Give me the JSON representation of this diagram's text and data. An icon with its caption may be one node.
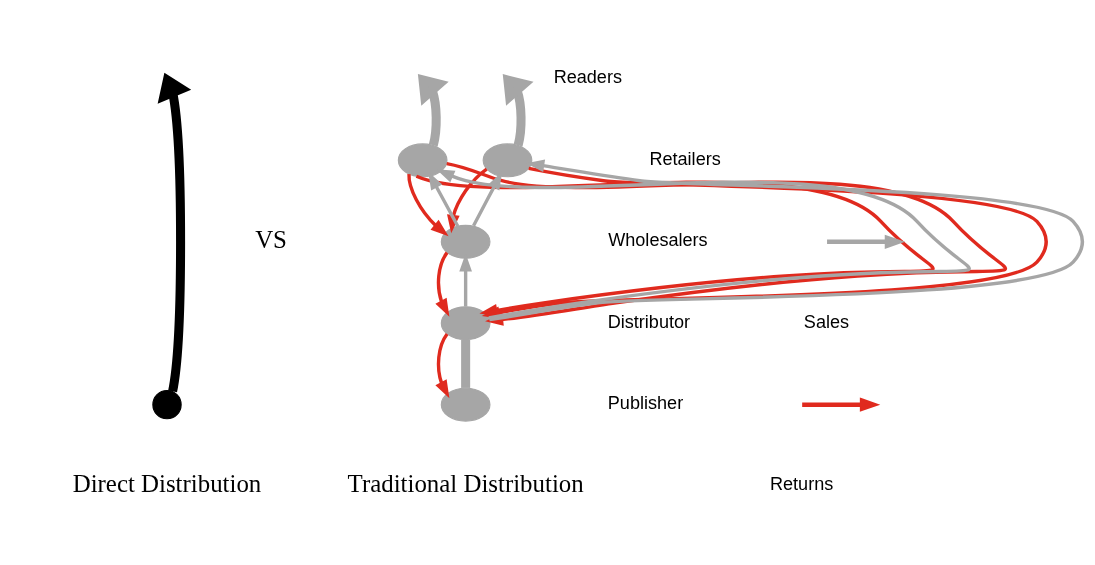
{
  "diagram": {
    "nodes": [
      {
        "text": [],
        "shape": "circle"
      },
      {
        "text": [],
        "shape": "ellipse"
      },
      {
        "text": [],
        "shape": "ellipse"
      },
      {
        "text": [],
        "shape": "ellipse"
      },
      {
        "text": [],
        "shape": "ellipse"
      },
      {
        "text": [],
        "shape": "ellipse"
      }
    ],
    "edges": [
      {
        "from": 0,
        "to": null,
        "arrow": "to",
        "style": "thick",
        "color": "#000000"
      },
      {
        "from": 1,
        "to": null,
        "arrow": "to",
        "style": "thick"
      },
      {
        "from": 2,
        "to": null,
        "arrow": "to",
        "style": "thick"
      },
      {
        "from": 5,
        "to": 4,
        "arrow": "none",
        "style": "thick"
      },
      {
        "from": 3,
        "to": 1,
        "arrow": "to"
      },
      {
        "from": 4,
        "to": 1,
        "arrow": "to"
      },
      {
        "from": 4,
        "to": 3,
        "arrow": "to"
      },
      {
        "from": 3,
        "to": 2,
        "arrow": "to"
      },
      {
        "from": 4,
        "to": 2,
        "arrow": "to"
      },
      {
        "from": 1,
        "to": 3,
        "arrow": "to",
        "color": "#e02a1e"
      },
      {
        "from": 1,
        "to": 4,
        "arrow": "to",
        "color": "#e02a1e"
      },
      {
        "from": 1,
        "to": 4,
        "arrow": "to",
        "color": "#e02a1e"
      },
      {
        "from": 2,
        "to": 3,
        "arrow": "to",
        "color": "#e02a1e"
      },
      {
        "from": 2,
        "to": 4,
        "arrow": "to",
        "color": "#e02a1e"
      },
      {
        "from": 3,
        "to": 4,
        "arrow": "to",
        "color": "#e02a1e"
      },
      {
        "from": 4,
        "to": 5,
        "arrow": "to",
        "color": "#e02a1e"
      }
    ],
    "labels": [
      "VS",
      "Readers",
      "Retailers",
      "Wholesalers",
      "Distributor",
      "Publisher",
      "Direct Distribution",
      "Traditional Distribution"
    ],
    "legend": [
      {
        "text": "Sales"
      },
      {
        "text": "Returns"
      }
    ]
  }
}
